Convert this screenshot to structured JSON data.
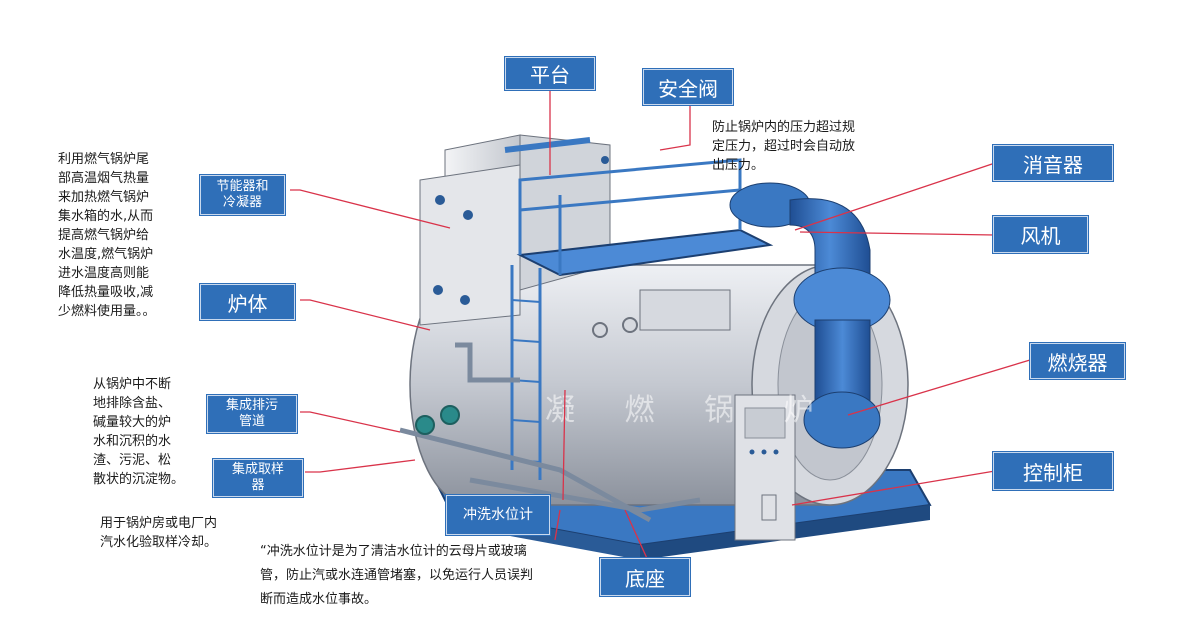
{
  "colors": {
    "label_bg": "#2f6fb8",
    "line_red": "#d9334a",
    "boiler_silver": "#c9ccd3",
    "blue_parts": "#3a78c2"
  },
  "watermark": "凝 燃 锅 炉",
  "labels": {
    "platform": "平台",
    "safety_valve": "安全阀",
    "economizer": "节能器和\n冷凝器",
    "furnace_body": "炉体",
    "muffler": "消音器",
    "fan": "风机",
    "burner": "燃烧器",
    "blowdown": "集成排污\n管道",
    "sampler": "集成取样\n器",
    "flush_gauge": "冲洗水位计",
    "control_cabinet": "控制柜",
    "base": "底座"
  },
  "notes": {
    "economizer_desc": "利用燃气锅炉尾\n部高温烟气热量\n来加热燃气锅炉\n集水箱的水,从而\n提高燃气锅炉给\n水温度,燃气锅炉\n进水温度高则能\n降低热量吸收,减\n少燃料使用量。。",
    "safety_valve_desc": "防止锅炉内的压力超过规\n定压力，超过时会自动放\n出压力。",
    "blowdown_desc": "从锅炉中不断\n地排除含盐、\n碱量较大的炉\n水和沉积的水\n渣、污泥、松\n散状的沉淀物。",
    "sampler_desc": "用于锅炉房或电厂内\n汽水化验取样冷却。",
    "flush_desc": "“冲洗水位计是为了清洁水位计的云母片或玻璃\n管，防止汽或水连通管堵塞，以免运行人员误判\n断而造成水位事故。"
  }
}
